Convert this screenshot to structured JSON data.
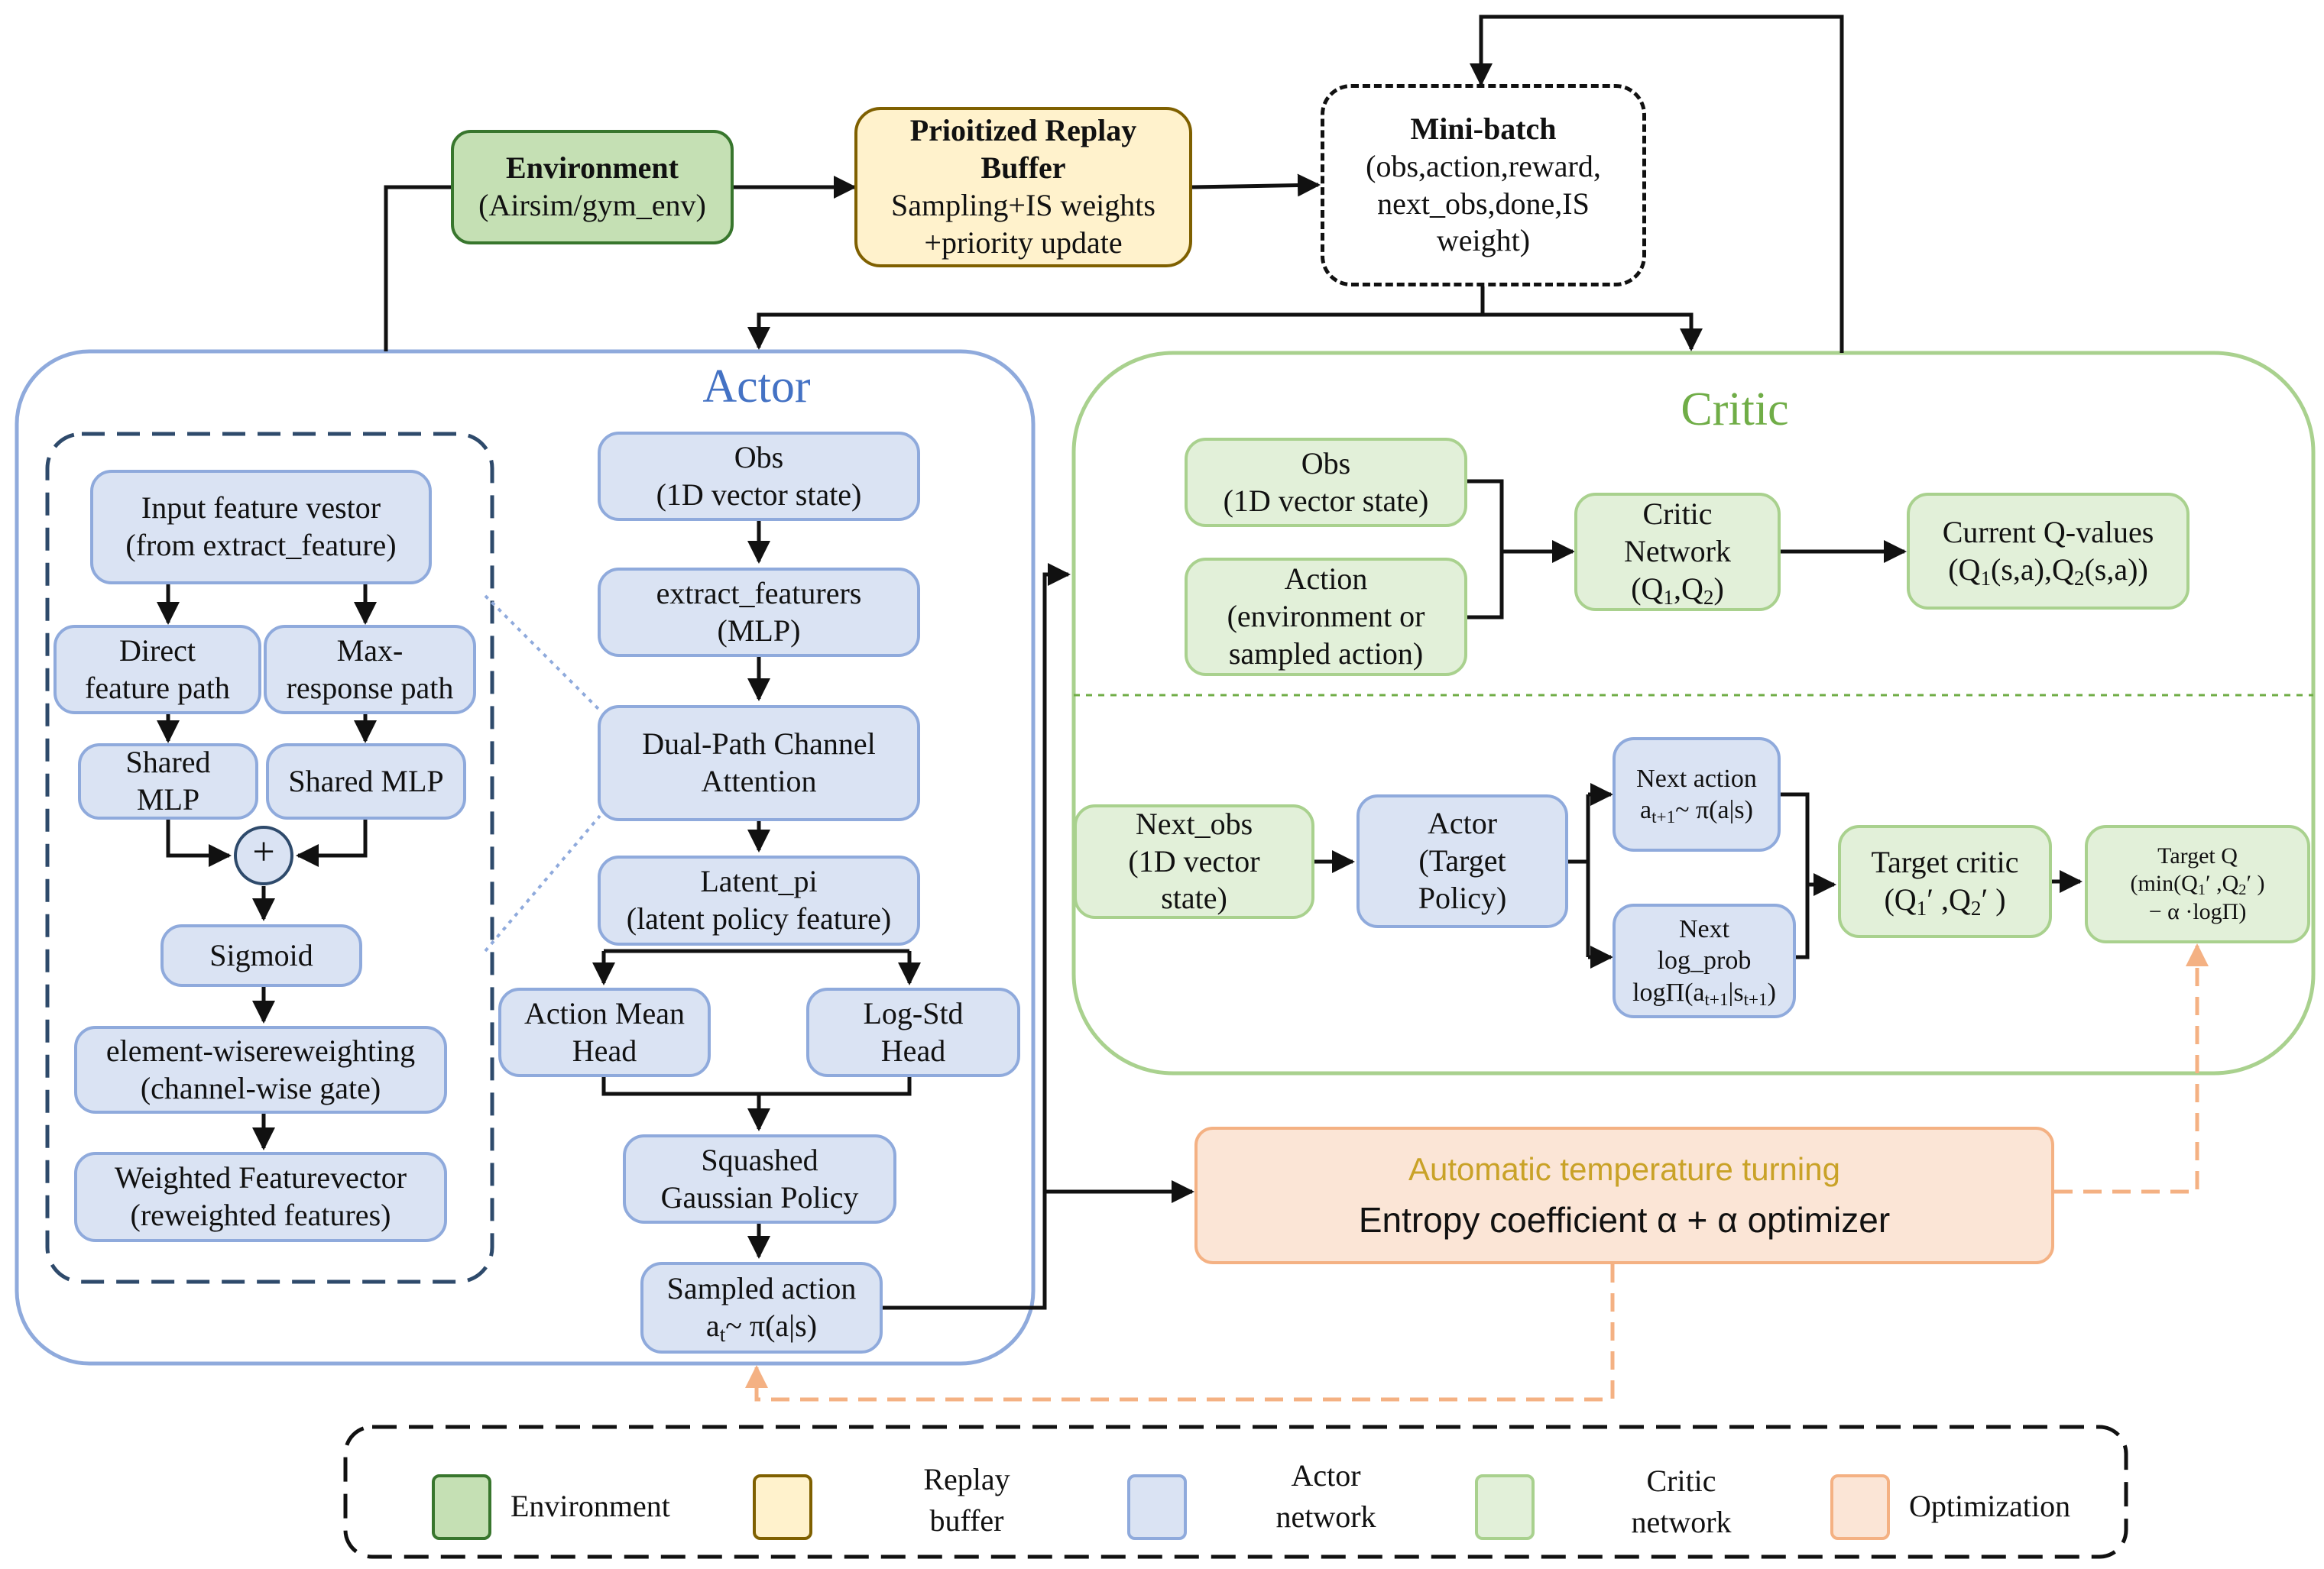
{
  "environment": {
    "title": "Environment",
    "subtitle": "(Airsim/gym_env)"
  },
  "replay_buffer": {
    "title_l1": "Prioitized Replay",
    "title_l2": "Buffer",
    "l3": "Sampling+IS weights",
    "l4": "+priority update"
  },
  "minibatch": {
    "title": "Mini-batch",
    "l2": "(obs,action,reward,",
    "l3": "next_obs,done,IS",
    "l4": "weight)"
  },
  "actor": {
    "title": "Actor",
    "obs": {
      "l1": "Obs",
      "l2": "(1D vector state)"
    },
    "extract": {
      "l1": "extract_featurers",
      "l2": "(MLP)"
    },
    "dual": {
      "l1": "Dual-Path Channel",
      "l2": "Attention"
    },
    "latent": {
      "l1": "Latent_pi",
      "l2": "(latent policy feature)"
    },
    "mean": {
      "l1": "Action Mean",
      "l2": "Head"
    },
    "logstd": {
      "l1": "Log-Std",
      "l2": "Head"
    },
    "squashed": {
      "l1": "Squashed",
      "l2": "Gaussian Policy"
    },
    "sampled": {
      "l1": "Sampled action",
      "a": "a",
      "t": "t",
      "rest": "~ π(a|s)"
    },
    "detail": {
      "input": {
        "l1": "Input feature vestor",
        "l2": "(from extract_feature)"
      },
      "direct": {
        "l1": "Direct",
        "l2": "feature path"
      },
      "maxresp": {
        "l1": "Max-",
        "l2": "response path"
      },
      "shared1": {
        "l1": "Shared",
        "l2": "MLP"
      },
      "shared2": "Shared MLP",
      "plus": "+",
      "sigmoid": "Sigmoid",
      "elementwise": {
        "l1": "element-wisereweighting",
        "l2": "(channel-wise gate)"
      },
      "weighted": {
        "l1": "Weighted Featurevector",
        "l2": "(reweighted features)"
      }
    }
  },
  "critic": {
    "title": "Critic",
    "obs": {
      "l1": "Obs",
      "l2": "(1D vector state)"
    },
    "action": {
      "l1": "Action",
      "l2": "(environment or",
      "l3": "sampled action)"
    },
    "network": {
      "l1": "Critic",
      "l2": "Network",
      "q1": "Q",
      "s1": "1",
      "q2": ",Q",
      "s2": "2",
      "close": ")",
      "open": "("
    },
    "current": {
      "l1": "Current Q-values",
      "p1": "(Q",
      "s1": "1",
      "p2": "(s,a),Q",
      "s2": "2",
      "p3": "(s,a))"
    },
    "next_obs": {
      "l1": "Next_obs",
      "l2": "(1D vector",
      "l3": "state)"
    },
    "target_actor": {
      "l1": "Actor",
      "l2": "(Target",
      "l3": "Policy)"
    },
    "next_action": {
      "l1": "Next action",
      "a": "a",
      "sub": "t+1",
      "rest": "~ π(a|s)"
    },
    "next_logprob": {
      "l1": "Next",
      "l2": "log_prob",
      "p1": "logΠ(a",
      "s1": "t+1",
      "p2": "|s",
      "s2": "t+1",
      "p3": ")"
    },
    "target_critic": {
      "l1": "Target critic",
      "p1": "(Q",
      "s1": "1",
      "p2": "′ ,Q",
      "s2": "2",
      "p3": "′ )"
    },
    "target_q": {
      "l1": "Target Q",
      "p1": "(min(Q",
      "s1": "1",
      "p2": "′ ,Q",
      "s2": "2",
      "p3": "′ )",
      "l3": "− α ·logΠ)"
    }
  },
  "optimization": {
    "l1": "Automatic temperature turning",
    "l2": "Entropy coefficient  α + α optimizer"
  },
  "legend": [
    {
      "label": "Environment",
      "fill": "#c5e0b4",
      "stroke": "#38762d"
    },
    {
      "label_l1": "Replay",
      "label_l2": "buffer",
      "fill": "#fff2cc",
      "stroke": "#7f6000"
    },
    {
      "label_l1": "Actor",
      "label_l2": "network",
      "fill": "#dae3f3",
      "stroke": "#8faadc"
    },
    {
      "label_l1": "Critic",
      "label_l2": "network",
      "fill": "#e2f0d9",
      "stroke": "#a9d18e"
    },
    {
      "label": "Optimization",
      "fill": "#fbe5d6",
      "stroke": "#f4b183"
    }
  ],
  "colors": {
    "actor_title": "#4472c4",
    "critic_title": "#70ad47",
    "opt_title": "#c9a227",
    "opt_dashed": "#f4b183"
  }
}
